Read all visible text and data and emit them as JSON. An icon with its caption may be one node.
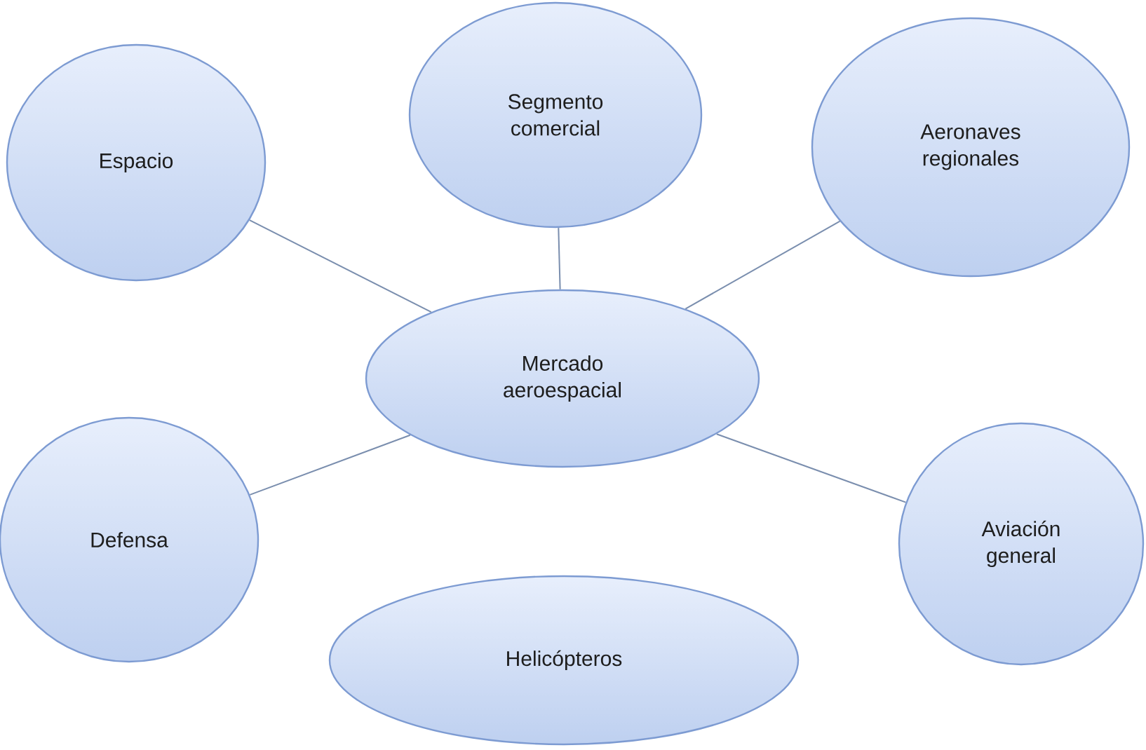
{
  "diagram": {
    "nodes": [
      {
        "text": [
          "Espacio"
        ]
      },
      {
        "text": [
          "Segmento comercial"
        ]
      },
      {
        "text": [
          "Aeronaves regionales"
        ]
      },
      {
        "text": [
          "Mercado aeroespacial"
        ]
      },
      {
        "text": [
          "Defensa"
        ]
      },
      {
        "text": [
          "Aviación general"
        ]
      },
      {
        "text": [
          "Helicópteros"
        ]
      }
    ],
    "edges": [
      {
        "from": 3,
        "to": 0,
        "arrow": "none"
      },
      {
        "from": 3,
        "to": 1,
        "arrow": "none"
      },
      {
        "from": 3,
        "to": 2,
        "arrow": "none"
      },
      {
        "from": 3,
        "to": 4,
        "arrow": "none"
      },
      {
        "from": 3,
        "to": 5,
        "arrow": "none"
      }
    ]
  }
}
